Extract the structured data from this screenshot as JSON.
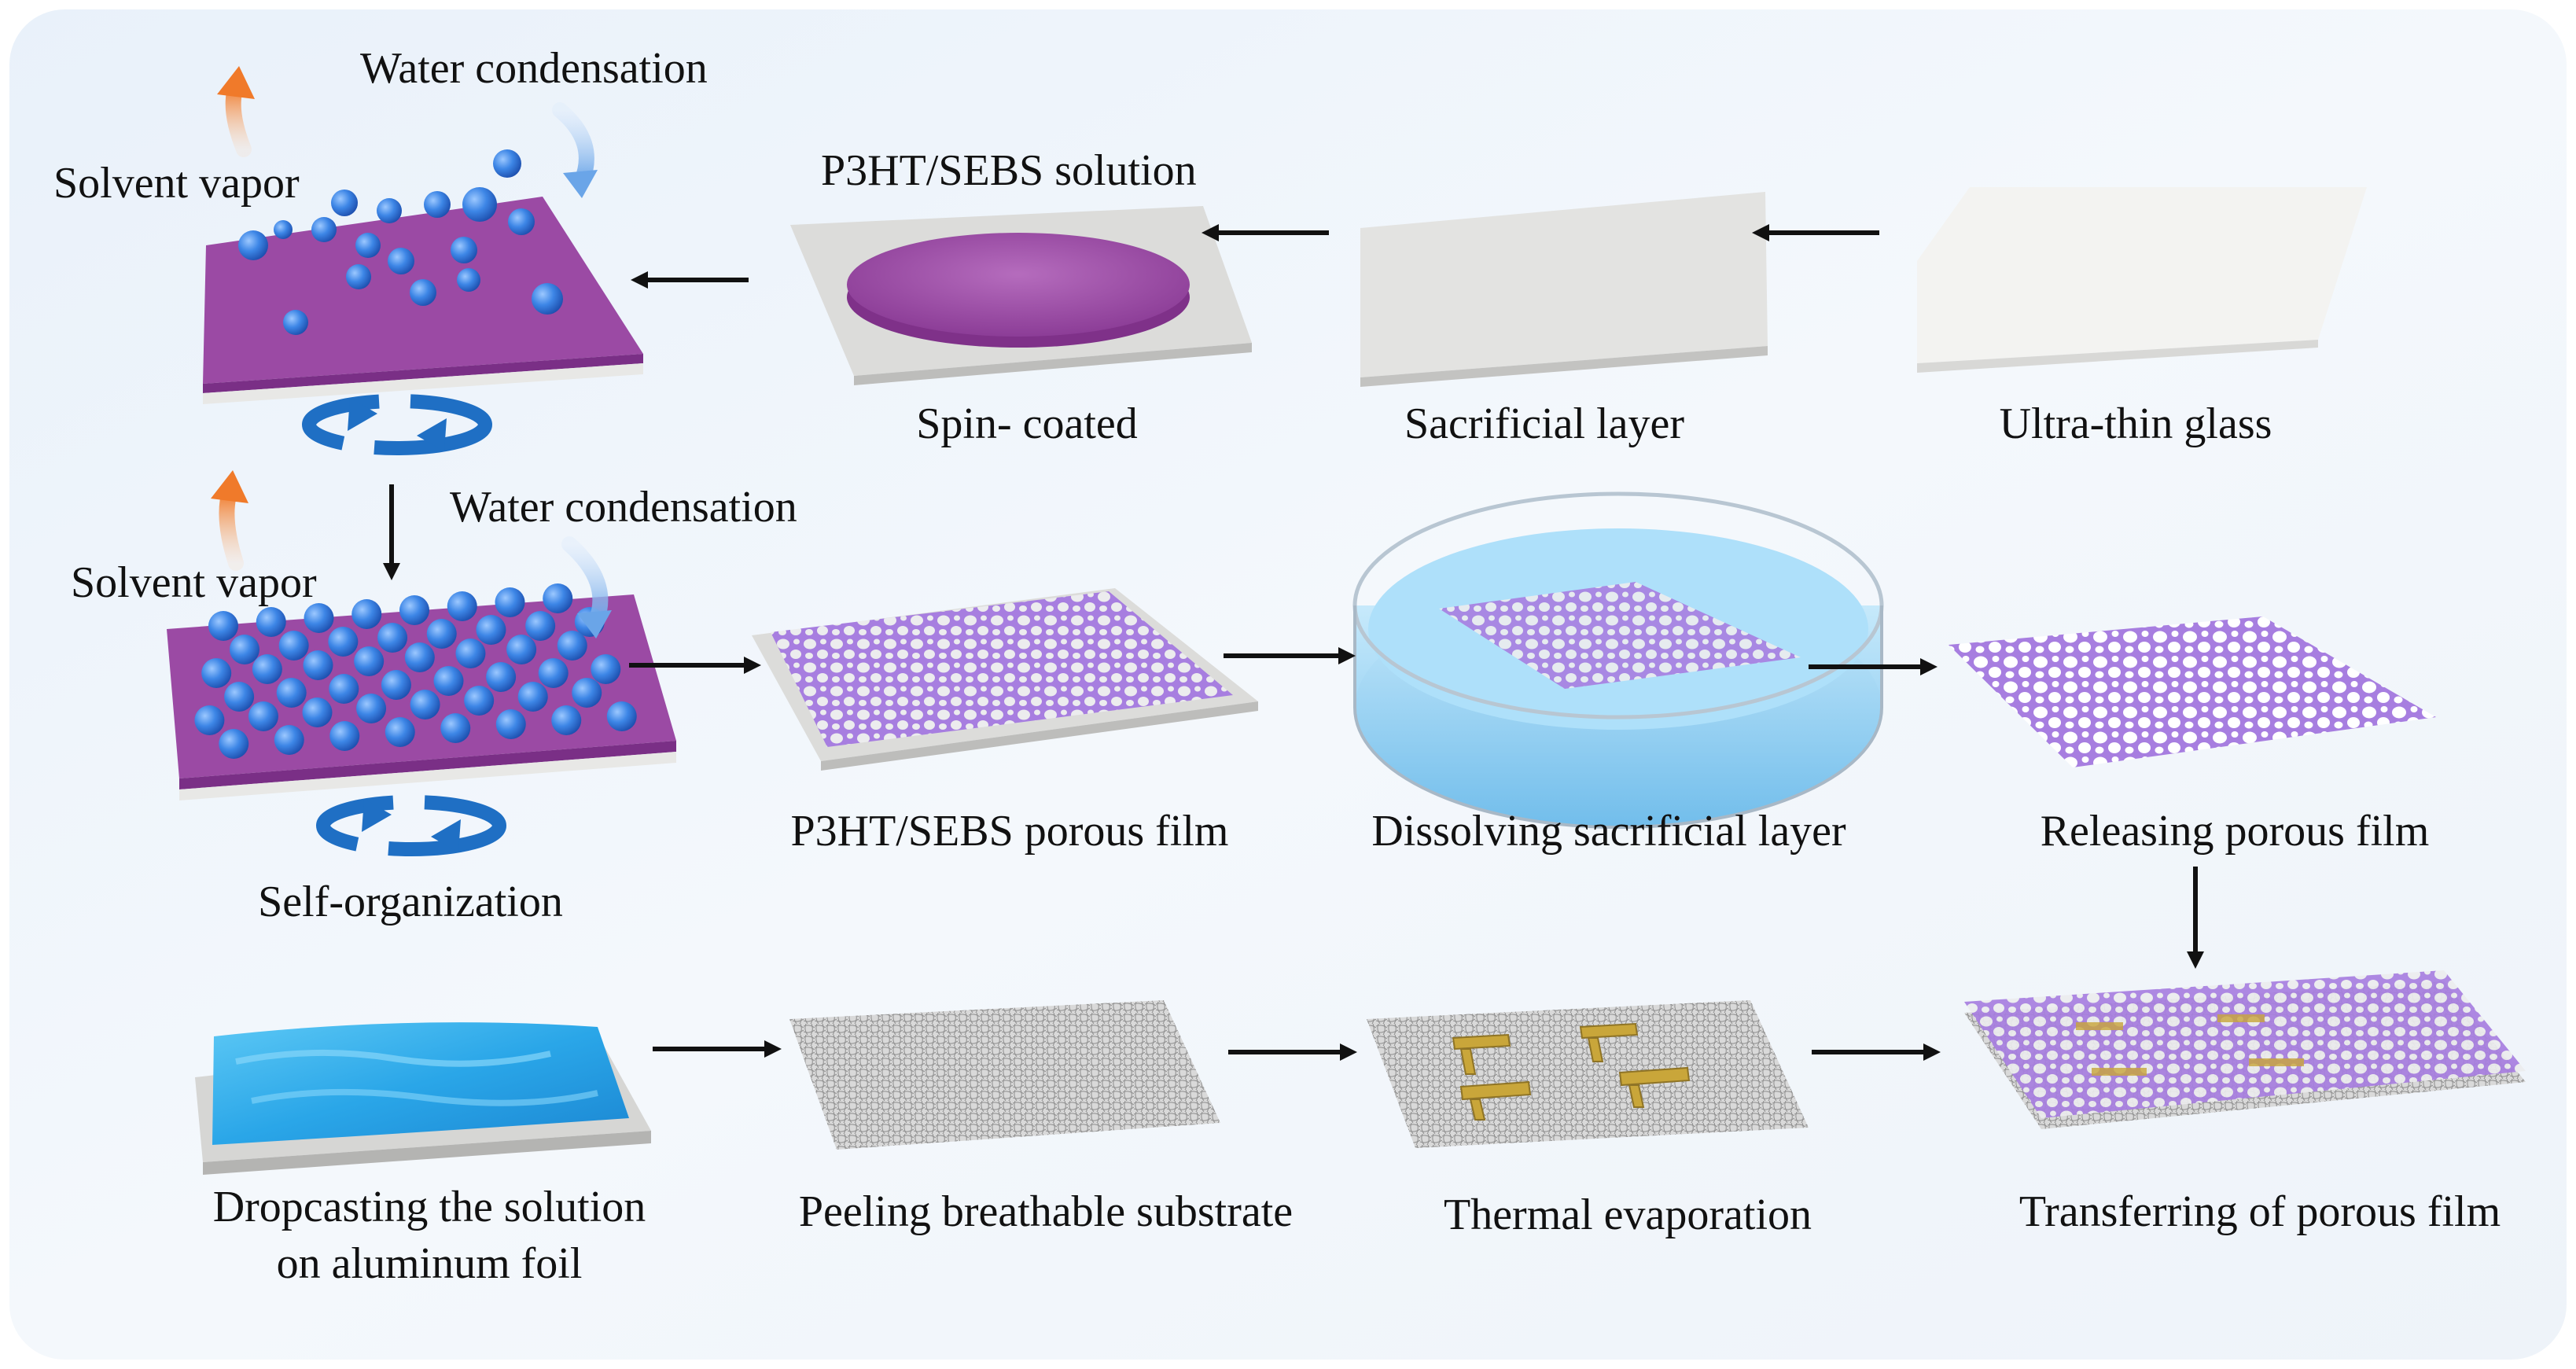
{
  "labels": {
    "water_condensation_1": "Water condensation",
    "solvent_vapor_1": "Solvent vapor",
    "solution": "P3HT/SEBS solution",
    "spin_coated": "Spin-  coated",
    "sacrificial_layer": "Sacrificial layer",
    "ultra_thin_glass": "Ultra-thin glass",
    "water_condensation_2": "Water condensation",
    "solvent_vapor_2": "Solvent vapor",
    "self_organization": "Self-organization",
    "porous_film": "P3HT/SEBS porous film",
    "dissolving": "Dissolving sacrificial layer",
    "releasing": "Releasing porous film",
    "dropcasting_line1": "Dropcasting the solution",
    "dropcasting_line2": "on aluminum foil",
    "peeling": "Peeling breathable substrate",
    "thermal": "Thermal evaporation",
    "transferring": "Transferring of porous film"
  },
  "colors": {
    "background": "#eef4fb",
    "purple_film": "#9b4aa4",
    "droplet_blue": "#3d86e6",
    "mesh_purple": "#a77ee0",
    "gold_electrode": "#c9a63a",
    "vapor_orange": "#f07a2a",
    "rotation_blue": "#1f6fc4",
    "glass_gray": "#e1e1df"
  },
  "icons": {
    "rotation": "circular-rotation-arrows-icon",
    "vapor": "curved-up-arrow-icon",
    "condensation": "curved-down-arrow-icon"
  }
}
